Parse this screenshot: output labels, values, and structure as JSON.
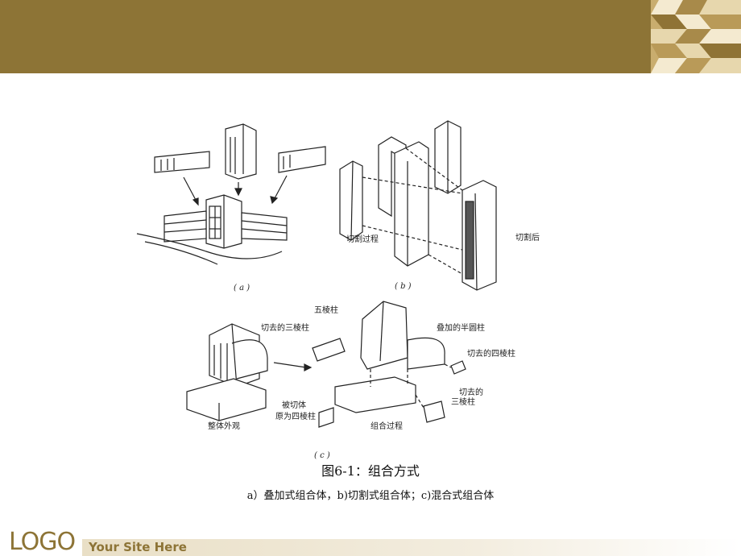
{
  "header": {
    "accent_color": "#8d7436"
  },
  "figure": {
    "labels": {
      "cut_process": "切割过程",
      "after_cut": "切割后",
      "pentagonal_prism": "五棱柱",
      "cut_triangular_prism": "切去的三棱柱",
      "stacked_half_cylinder": "叠加的半圆柱",
      "cut_square_prism": "切去的四棱柱",
      "cut_triangular_prism_2_line1": "切去的",
      "cut_triangular_prism_2_line2": "三棱柱",
      "cut_body_line1": "被切体",
      "cut_body_line2": "原为四棱柱",
      "overall_view": "整体外观",
      "combination_process": "组合过程"
    },
    "sub_a": "( a )",
    "sub_b": "( b )",
    "sub_c": "( c )"
  },
  "caption": {
    "title": "图6-1：组合方式",
    "subtitle": "a）叠加式组合体，b)切割式组合体；c)混合式组合体"
  },
  "footer": {
    "logo": "LOGO",
    "site": "Your Site Here"
  }
}
